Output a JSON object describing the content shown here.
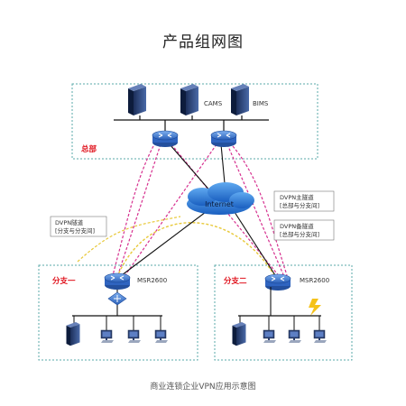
{
  "title": "产品组网图",
  "caption": "商业连锁企业VPN应用示意图",
  "hq": {
    "label": "总部",
    "servers": [
      "CAMS",
      "BIMS"
    ]
  },
  "internet": {
    "label": "Internet"
  },
  "branch1": {
    "label": "分支一",
    "router": "MSR2600"
  },
  "branch2": {
    "label": "分支二",
    "router": "MSR2600"
  },
  "dvpn_main": {
    "line1": "DVPN主隧道",
    "line2": "[总部与分支间]"
  },
  "dvpn_backup": {
    "line1": "DVPN备隧道",
    "line2": "[总部与分支间]"
  },
  "dvpn_branch": {
    "line1": "DVPN隧道",
    "line2": "[分支与分支间]"
  },
  "colors": {
    "border": "#5aa8a8",
    "red_label": "#e0141e",
    "pink": "#d6308f",
    "yellow": "#e8c93a",
    "cloud": "#1f6fd0",
    "router": "#3f7ad6"
  }
}
